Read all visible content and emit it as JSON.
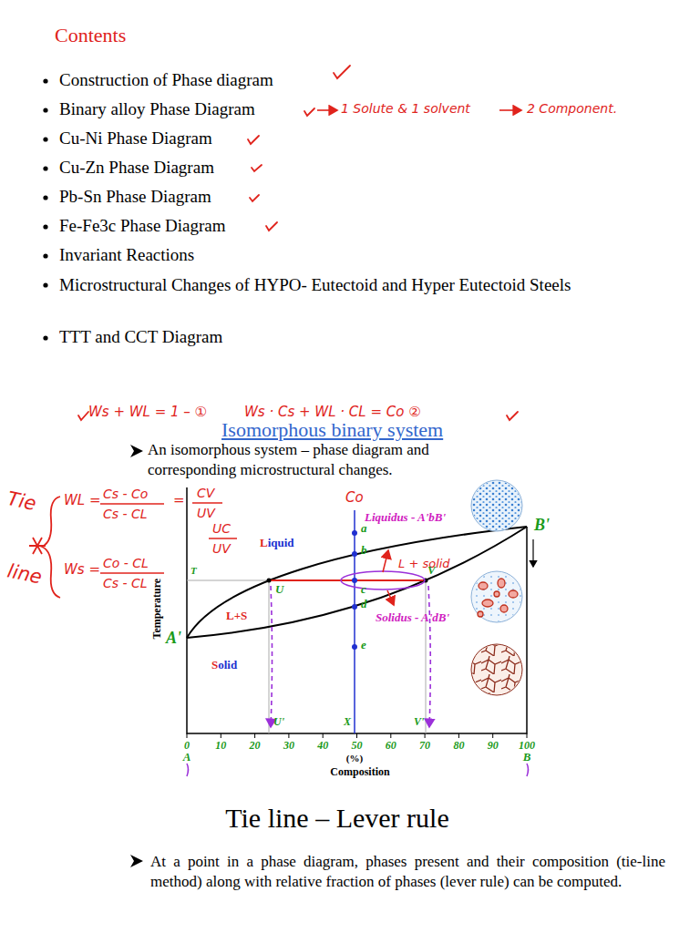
{
  "diagram": {
    "title": "Contents",
    "labels": [
      "Construction of Phase diagram",
      "Binary alloy Phase Diagram",
      "Cu-Ni Phase Diagram",
      "Cu-Zn Phase Diagram",
      "Pb-Sn Phase Diagram",
      "Fe-Fe3c Phase Diagram",
      "Invariant Reactions",
      "Microstructural Changes of HYPO- Eutectoid and Hyper Eutectoid Steels",
      "TTT and CCT Diagram",
      "1 Solute & 1 solvent",
      "2 Component.",
      "Ws + WL = 1 – ①",
      "Ws · Cs + WL · CL = Co ②",
      "Isomorphous binary system",
      "An isomorphous system – phase diagram and corresponding microstructural changes.",
      "Tie",
      "line",
      "WL =",
      "Cs - Co",
      "Cs - CL",
      "=",
      "CV",
      "UV",
      "Ws =",
      "Co - CL",
      "Cs - CL",
      "UC",
      "UV",
      "Co",
      "Liquidus - A'bB'",
      "Solidus - A'dB'",
      "Liquid",
      "L+S",
      "Solid",
      "L + solid",
      "A'",
      "B'",
      "a",
      "b",
      "c",
      "d",
      "e",
      "T",
      "U",
      "V",
      "U'",
      "X",
      "V'",
      "0",
      "10",
      "20",
      "30",
      "40",
      "50",
      "60",
      "70",
      "80",
      "90",
      "100",
      "A",
      "B",
      "(%)",
      "Composition",
      "Temperature",
      "Tie line – Lever rule",
      "At a point in a phase diagram, phases present and their composition (tie-line method) along with relative fraction of phases (lever rule) can be computed."
    ]
  }
}
